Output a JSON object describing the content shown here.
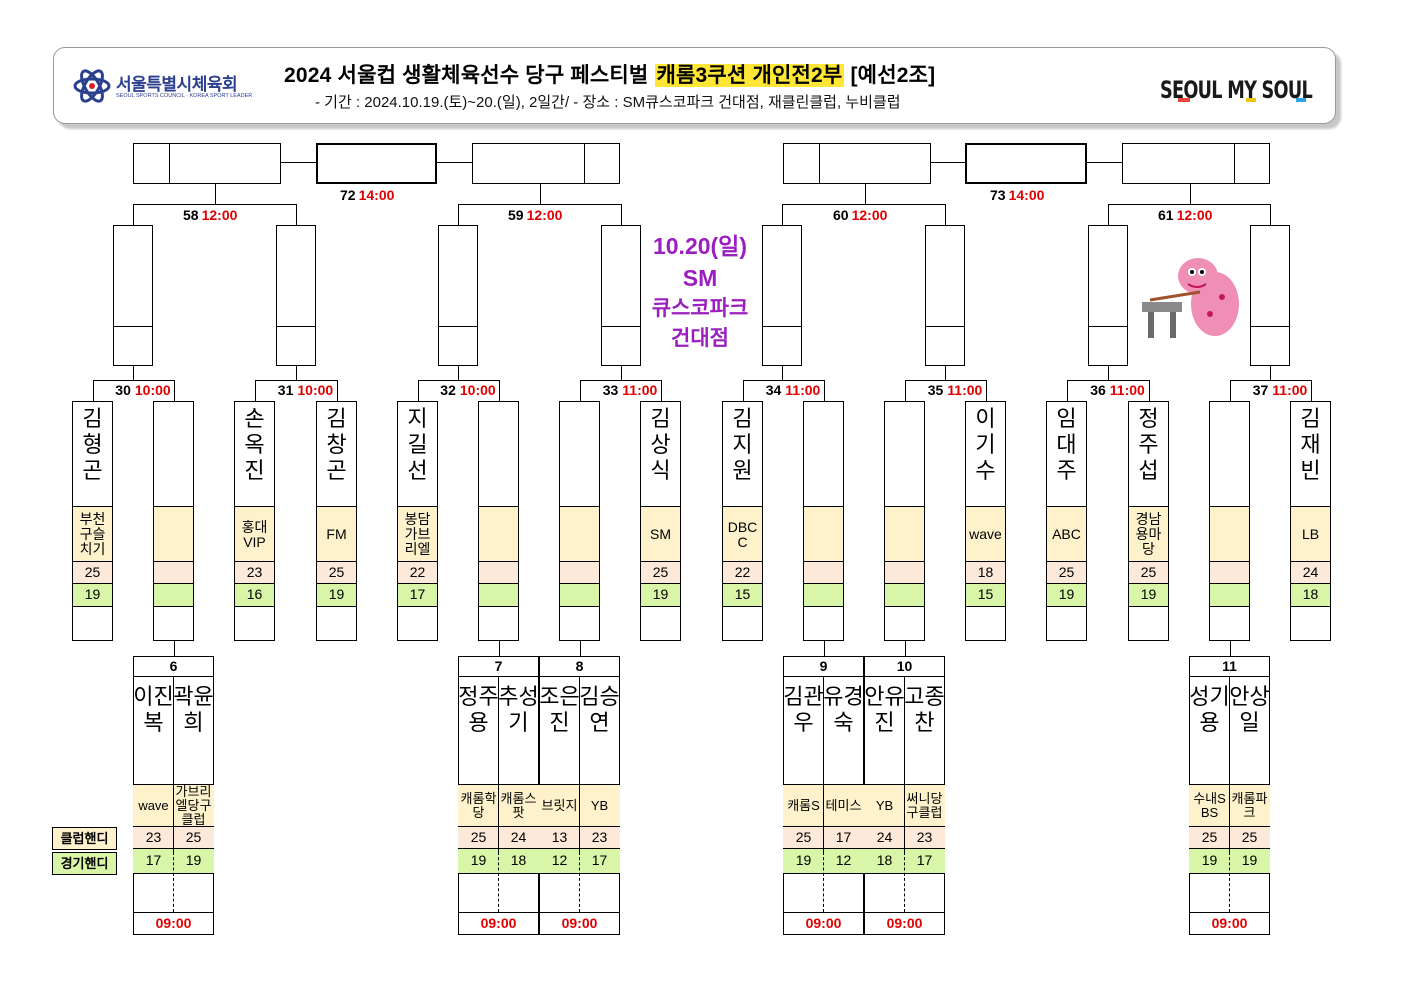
{
  "header": {
    "org_name": "서울특별시체육회",
    "org_sub": "SEOUL SPORTS COUNCIL · KOREA SPORT LEADER",
    "title_pre": "2024 서울컵 생활체육선수 당구 페스티벌 ",
    "title_hl": "캐롬3쿠션 개인전2부",
    "title_post": " [예선2조]",
    "subtitle": "- 기간 : 2024.10.19.(토)~20.(일), 2일간/ - 장소 : SM큐스코파크 건대점, 재클린클럽, 누비클럽",
    "brand": "SEOUL MY SOUL"
  },
  "venue": {
    "date": "10.20(일)",
    "name1": "SM",
    "name2": "큐스코파크",
    "name3": "건대점"
  },
  "legend": {
    "club_handi": "클럽핸디",
    "game_handi": "경기핸디"
  },
  "top_matches": [
    {
      "num": "72",
      "time": "14:00"
    },
    {
      "num": "73",
      "time": "14:00"
    }
  ],
  "semis": [
    {
      "num": "58",
      "time": "12:00"
    },
    {
      "num": "59",
      "time": "12:00"
    },
    {
      "num": "60",
      "time": "12:00"
    },
    {
      "num": "61",
      "time": "12:00"
    }
  ],
  "mid_matches": [
    {
      "num": "30",
      "time": "10:00"
    },
    {
      "num": "31",
      "time": "10:00"
    },
    {
      "num": "32",
      "time": "10:00"
    },
    {
      "num": "33",
      "time": "11:00"
    },
    {
      "num": "34",
      "time": "11:00"
    },
    {
      "num": "35",
      "time": "11:00"
    },
    {
      "num": "36",
      "time": "11:00"
    },
    {
      "num": "37",
      "time": "11:00"
    }
  ],
  "mid_players": [
    {
      "name": "김형곤",
      "club": "부천구슬치기",
      "h1": "25",
      "h2": "19"
    },
    {
      "name": "",
      "club": "",
      "h1": "",
      "h2": ""
    },
    {
      "name": "손옥진",
      "club": "홍대VIP",
      "h1": "23",
      "h2": "16"
    },
    {
      "name": "김창곤",
      "club": "FM",
      "h1": "25",
      "h2": "19"
    },
    {
      "name": "지길선",
      "club": "봉담가브리엘",
      "h1": "22",
      "h2": "17"
    },
    {
      "name": "",
      "club": "",
      "h1": "",
      "h2": ""
    },
    {
      "name": "",
      "club": "",
      "h1": "",
      "h2": ""
    },
    {
      "name": "김상식",
      "club": "SM",
      "h1": "25",
      "h2": "19"
    },
    {
      "name": "김지원",
      "club": "DBCC",
      "h1": "22",
      "h2": "15"
    },
    {
      "name": "",
      "club": "",
      "h1": "",
      "h2": ""
    },
    {
      "name": "",
      "club": "",
      "h1": "",
      "h2": ""
    },
    {
      "name": "이기수",
      "club": "wave",
      "h1": "18",
      "h2": "15"
    },
    {
      "name": "임대주",
      "club": "ABC",
      "h1": "25",
      "h2": "19"
    },
    {
      "name": "정주섭",
      "club": "경남용마당",
      "h1": "25",
      "h2": "19"
    },
    {
      "name": "",
      "club": "",
      "h1": "",
      "h2": ""
    },
    {
      "name": "김재빈",
      "club": "LB",
      "h1": "24",
      "h2": "18"
    }
  ],
  "bottom_matches": [
    {
      "num": "6",
      "time": "09:00",
      "players": [
        {
          "name": "이진복",
          "club": "wave",
          "h1": "23",
          "h2": "17"
        },
        {
          "name": "곽윤희",
          "club": "가브리엘당구클럽",
          "h1": "25",
          "h2": "19"
        }
      ]
    },
    {
      "num": "7",
      "time": "09:00",
      "players": [
        {
          "name": "정주용",
          "club": "캐롬학당",
          "h1": "25",
          "h2": "19"
        },
        {
          "name": "추성기",
          "club": "캐롬스팟",
          "h1": "24",
          "h2": "18"
        }
      ]
    },
    {
      "num": "8",
      "time": "09:00",
      "players": [
        {
          "name": "조은진",
          "club": "브릿지",
          "h1": "13",
          "h2": "12"
        },
        {
          "name": "김승연",
          "club": "YB",
          "h1": "23",
          "h2": "17"
        }
      ]
    },
    {
      "num": "9",
      "time": "09:00",
      "players": [
        {
          "name": "김관우",
          "club": "캐롬S",
          "h1": "25",
          "h2": "19"
        },
        {
          "name": "유경숙",
          "club": "테미스",
          "h1": "17",
          "h2": "12"
        }
      ]
    },
    {
      "num": "10",
      "time": "09:00",
      "players": [
        {
          "name": "안유진",
          "club": "YB",
          "h1": "24",
          "h2": "18"
        },
        {
          "name": "고종찬",
          "club": "써니당구클럽",
          "h1": "23",
          "h2": "17"
        }
      ]
    },
    {
      "num": "11",
      "time": "09:00",
      "players": [
        {
          "name": "성기용",
          "club": "수내SBS",
          "h1": "25",
          "h2": "19"
        },
        {
          "name": "안상일",
          "club": "캐롬파크",
          "h1": "25",
          "h2": "19"
        }
      ]
    }
  ]
}
